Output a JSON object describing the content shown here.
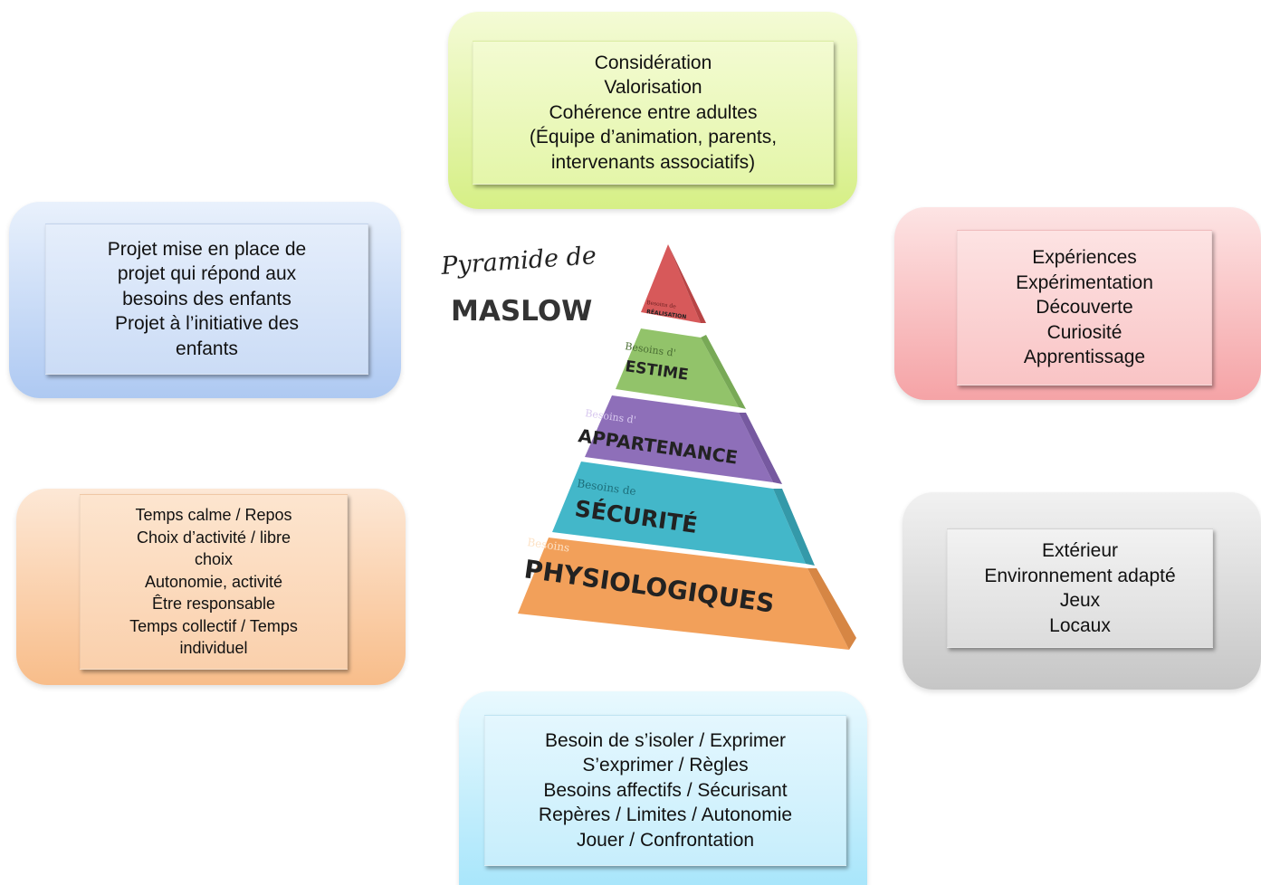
{
  "pyramid": {
    "title_script": "Pyramide de",
    "title_main": "MASLOW",
    "levels": [
      {
        "prefix": "Besoins de",
        "name": "RÉALISATION",
        "color": "#d7595a"
      },
      {
        "prefix": "Besoins d'",
        "name": "ESTIME",
        "color": "#92c36a"
      },
      {
        "prefix": "Besoins d'",
        "name": "APPARTENANCE",
        "color": "#8e6fb9"
      },
      {
        "prefix": "Besoins de",
        "name": "SÉCURITÉ",
        "color": "#43b7c9"
      },
      {
        "prefix": "Besoins",
        "name": "PHYSIOLOGIQUES",
        "color": "#f2a05a"
      }
    ]
  },
  "boxes": {
    "top": {
      "lines": [
        "Considération",
        "Valorisation",
        "Cohérence entre adultes",
        "(Équipe d’animation, parents,",
        "intervenants associatifs)"
      ],
      "color": "#d6ef86"
    },
    "top_left": {
      "lines": [
        "Projet mise en place de",
        "projet qui répond aux",
        "besoins des enfants",
        "Projet à l’initiative des",
        "enfants"
      ],
      "color": "#aec9f2"
    },
    "top_right": {
      "lines": [
        "Expériences",
        "Expérimentation",
        "Découverte",
        "Curiosité",
        "Apprentissage"
      ],
      "color": "#f5a3a6"
    },
    "mid_left": {
      "lines": [
        "Temps calme / Repos",
        "Choix d’activité / libre",
        "choix",
        "Autonomie, activité",
        "Être responsable",
        "Temps collectif / Temps",
        "individuel"
      ],
      "color": "#f8bd8a"
    },
    "mid_right": {
      "lines": [
        "Extérieur",
        "Environnement adapté",
        "Jeux",
        "Locaux"
      ],
      "color": "#c6c6c6"
    },
    "bottom": {
      "lines": [
        "Besoin de s’isoler / Exprimer",
        "S’exprimer / Règles",
        "Besoins affectifs / Sécurisant",
        "Repères / Limites / Autonomie",
        "Jouer / Confrontation"
      ],
      "color": "#a9e6fb"
    }
  }
}
